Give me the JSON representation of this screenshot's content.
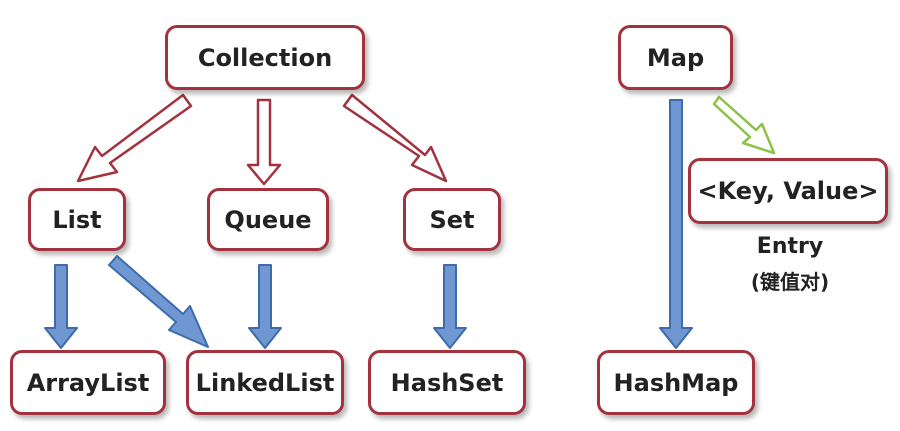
{
  "nodes": {
    "collection": "Collection",
    "list": "List",
    "queue": "Queue",
    "set": "Set",
    "arraylist": "ArrayList",
    "linkedlist": "LinkedList",
    "hashset": "HashSet",
    "map": "Map",
    "keyvalue": "<Key, Value>",
    "hashmap": "HashMap"
  },
  "entry_label": {
    "title": "Entry",
    "subtitle": "(键值对)"
  },
  "colors": {
    "box_border": "#a3323f",
    "interface_arrow": "#a3323f",
    "implementation_arrow": "#4f7fc0",
    "entry_arrow": "#8bc34a"
  }
}
